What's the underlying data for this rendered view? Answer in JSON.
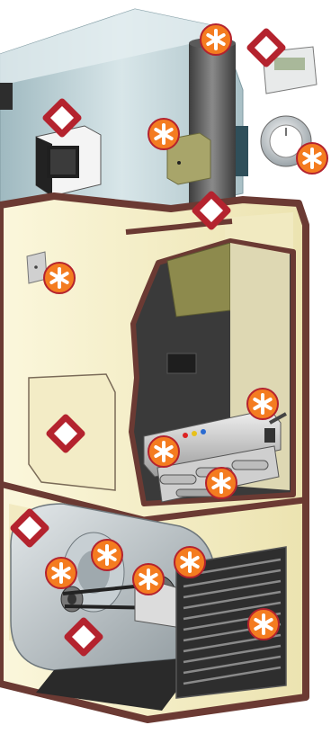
{
  "colors": {
    "cabinet_outline": "#6b3a33",
    "cabinet_fill": "#f6f1cf",
    "duct_fill": "#c4d7dc",
    "duct_shadow": "#8faab2",
    "interior_dark": "#3a3a3a",
    "filter_grille": "#4a4a4a",
    "blower_fill": "#b9c2c7",
    "marker_orange": "#f47c20",
    "marker_red": "#b4232e",
    "marker_white": "#ffffff"
  },
  "legend": {
    "asterisk_icon": "orange-asterisk-marker",
    "diamond_icon": "red-diamond-marker"
  },
  "hotspots": [
    {
      "id": "flue-pipe",
      "icon": "asterisk-icon",
      "description": ""
    },
    {
      "id": "thermostat-programmable",
      "icon": "diamond-icon",
      "description": ""
    },
    {
      "id": "thermostat-dial",
      "icon": "asterisk-icon",
      "description": ""
    },
    {
      "id": "air-cleaner",
      "icon": "diamond-icon",
      "description": ""
    },
    {
      "id": "draft-inducer",
      "icon": "asterisk-icon",
      "description": ""
    },
    {
      "id": "flue-collar",
      "icon": "diamond-icon",
      "description": ""
    },
    {
      "id": "limit-switch",
      "icon": "asterisk-icon",
      "description": ""
    },
    {
      "id": "access-panel",
      "icon": "diamond-icon",
      "description": ""
    },
    {
      "id": "igniter",
      "icon": "asterisk-icon",
      "description": ""
    },
    {
      "id": "gas-valve",
      "icon": "asterisk-icon",
      "description": ""
    },
    {
      "id": "burners",
      "icon": "asterisk-icon",
      "description": ""
    },
    {
      "id": "blower-compartment",
      "icon": "diamond-icon",
      "description": ""
    },
    {
      "id": "blower-motor",
      "icon": "asterisk-icon",
      "description": ""
    },
    {
      "id": "blower-pulley",
      "icon": "asterisk-icon",
      "description": ""
    },
    {
      "id": "blower-wheel",
      "icon": "asterisk-icon",
      "description": ""
    },
    {
      "id": "belt",
      "icon": "asterisk-icon",
      "description": ""
    },
    {
      "id": "blower-shaft",
      "icon": "diamond-icon",
      "description": ""
    },
    {
      "id": "air-filter",
      "icon": "asterisk-icon",
      "description": ""
    }
  ]
}
